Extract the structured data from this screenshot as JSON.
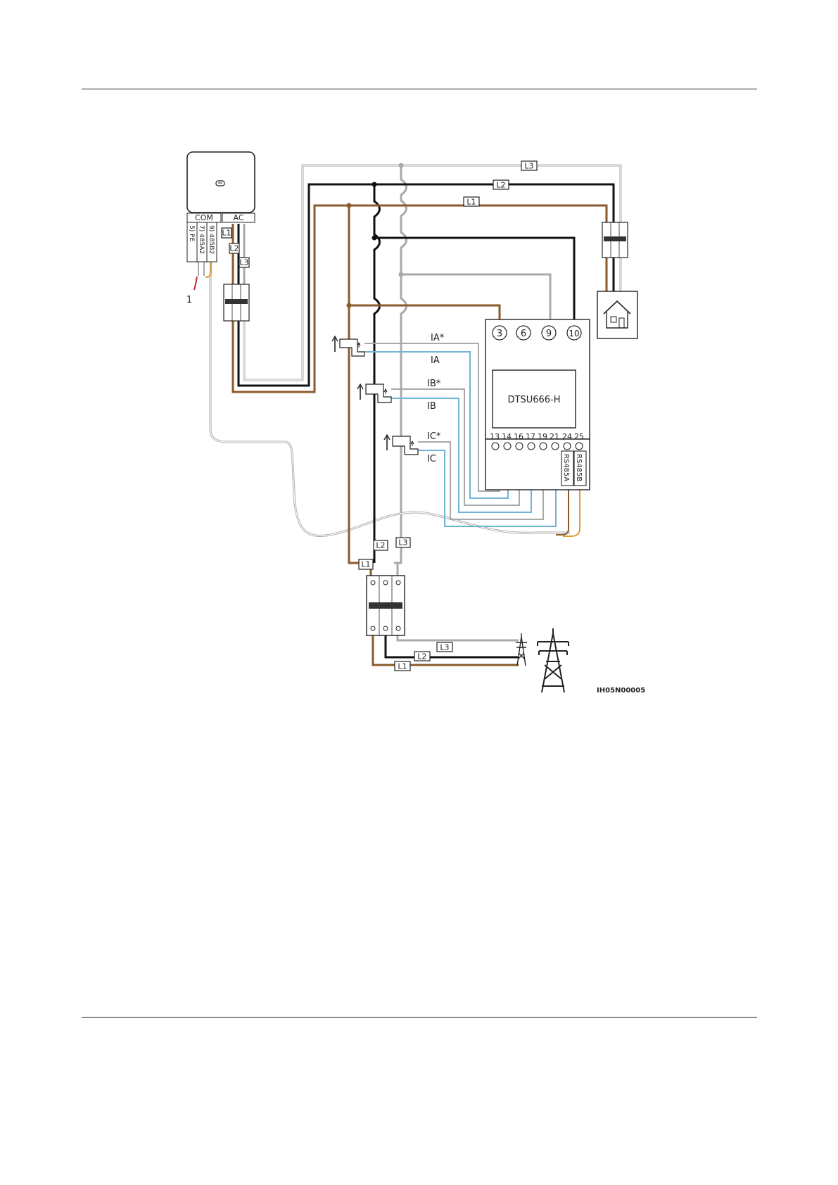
{
  "inverter": {
    "com_label": "COM",
    "ac_label": "AC",
    "com_pins": [
      "5) PE",
      "7) 485A2",
      "9) 485B2"
    ]
  },
  "callout": "1",
  "phase_tags": {
    "top_l3": "L3",
    "top_l2": "L2",
    "top_l1": "L1",
    "inv_l1": "L1",
    "inv_l2": "L2",
    "inv_l3": "L3",
    "mid_l2": "L2",
    "mid_l3": "L3",
    "mid_l1": "L1",
    "bot_l3": "L3",
    "bot_l2": "L2",
    "bot_l1": "L1"
  },
  "meter": {
    "model": "DTSU666-H",
    "top_terminals": [
      "3",
      "6",
      "9",
      "10"
    ],
    "bottom_terminals": [
      "13",
      "14",
      "16",
      "17",
      "19",
      "21",
      "24",
      "25"
    ],
    "rs485a": "RS485A",
    "rs485b": "RS485B"
  },
  "ct_labels": [
    "IA*",
    "IA",
    "IB*",
    "IB",
    "IC*",
    "IC"
  ],
  "figure_id": "IH05N00005",
  "colors": {
    "l1": "#8a5a2b",
    "l2": "#111111",
    "l3": "#a9a9a9",
    "ct": "#6fb3d9",
    "rs485b": "#e0a030",
    "pe": "#c0262b"
  }
}
